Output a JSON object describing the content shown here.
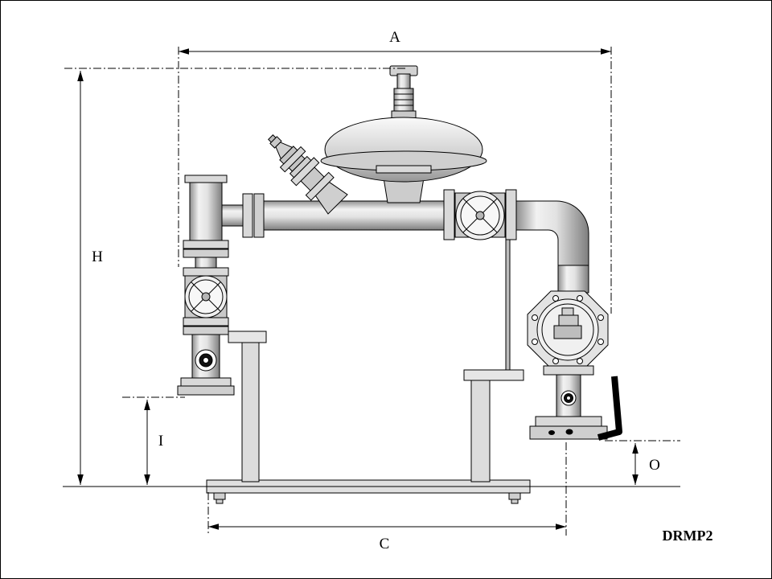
{
  "page": {
    "background": "#ffffff",
    "frame_color": "#000000"
  },
  "diagram": {
    "type": "technical-dimension-drawing",
    "subject": "gas pressure regulating assembly"
  },
  "labels": {
    "dim_a": "A",
    "dim_h": "H",
    "dim_i": "I",
    "dim_o": "O",
    "dim_c": "C",
    "model": "DRMP2"
  },
  "colors": {
    "line": "#000000",
    "metal_light": "#f2f2f2",
    "metal_mid": "#d9d9d9",
    "metal_dark": "#8a8a8a",
    "handle": "#000000"
  }
}
